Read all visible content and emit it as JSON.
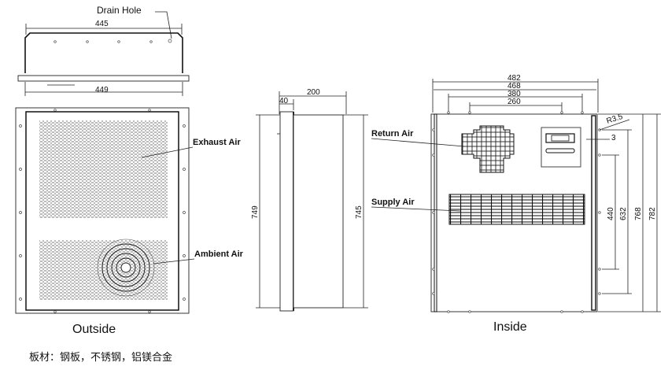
{
  "top_view": {
    "drain_hole_label": "Drain Hole",
    "dim_top": "445",
    "dim_bottom": "449"
  },
  "outside_view": {
    "caption": "Outside",
    "exhaust_label": "Exhaust Air",
    "ambient_label": "Ambient Air"
  },
  "side_view": {
    "dim_depth": "200",
    "dim_door": "40",
    "dim_height_left": "749",
    "dim_height_right": "745"
  },
  "inside_view": {
    "caption": "Inside",
    "return_label": "Return Air",
    "supply_label": "Supply Air",
    "dims_horizontal": [
      "482",
      "468",
      "380",
      "260"
    ],
    "dims_vertical": [
      "440",
      "632",
      "768",
      "782"
    ],
    "radius": "R3.5",
    "gap": "3"
  },
  "material_note": "板材：钢板，不锈钢，铝镁合金"
}
